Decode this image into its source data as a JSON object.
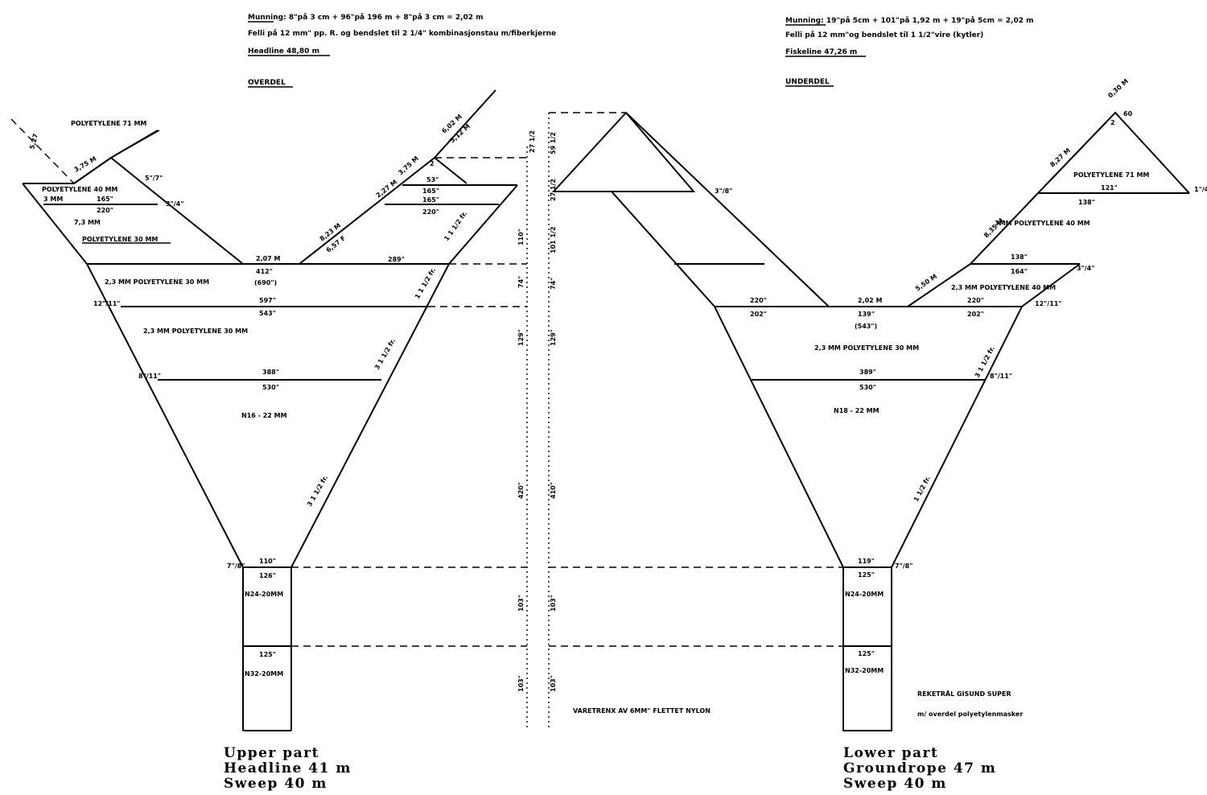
{
  "header_left": {
    "line1": "Munning:  8\"på 3 cm + 96\"på 196 m + 8\"på 3 cm = 2,02 m",
    "line2": "Felli på 12 mm\" pp. R. og bendslet til 2 1/4\" kombinasjonstau m/fiberkjerne",
    "line3": "Headline 48,80 m",
    "section": "OVERDEL"
  },
  "header_right": {
    "line1": "Munning:  19\"på 5cm + 101\"på 1,92 m + 19\"på 5cm = 2,02 m",
    "line2": "Felli på 12 mm\"og bendslet til 1 1/2\"vire (kytler)",
    "line3": "Fiskeline 47,26 m",
    "section": "UNDERDEL"
  },
  "upper": {
    "material_top": "POLYETYLENE 71 MM",
    "material_wing": "POLYETYLENE 40 MM",
    "mesh_3mm": "3 MM",
    "mesh_73": "7,3 MM",
    "material_30a": "POLYETYLENE 30 MM",
    "material_30b": "2,3 MM  POLYETYLENE 30 MM",
    "material_30c": "2,3 MM POLYETYLENE 30 MM",
    "material_n16": "N16 - 22 MM",
    "material_n24": "N24-20MM",
    "material_n32": "N32-20MM",
    "v_165a": "165\"",
    "v_220a": "220\"",
    "v_53": "53\"",
    "v_165b": "165\"",
    "v_165c": "165\"",
    "v_220b": "220\"",
    "v_412": "412\"",
    "v_690": "(690\")",
    "v_289": "289\"",
    "v_597": "597\"",
    "v_543": "543\"",
    "v_388": "388\"",
    "v_530": "530\"",
    "v_110": "110\"",
    "v_126": "126\"",
    "v_125": "125\"",
    "r_5_7": "5\"/7\"",
    "r_3_4": "3\"/4\"",
    "r_12_11": "12\"/11\"",
    "r_8_11": "8\"/11\"",
    "r_7_8": "7\"/8\"",
    "l_375a": "3,75 M",
    "l_207": "2,07 M",
    "l_2": "2",
    "l_602": "6,02 M",
    "l_512": "5,12 M",
    "l_375b": "3,75 M",
    "l_227": "2,27 M",
    "l_823": "8,23 M",
    "l_657": "6,57 F",
    "l_527": "5,27",
    "edge_a": "1 1 1/2 fr.",
    "edge_b": "1 1 1/2 fr.",
    "edge_c": "3 1 1/2 fr.",
    "edge_d": "3 1 1/2 fr.",
    "dim_a": "27 1/2",
    "dim_b": "110\"",
    "dim_c": "74\"",
    "dim_d": "129\"",
    "dim_e": "420\"",
    "dim_f": "103\"",
    "dim_g": "103\""
  },
  "lower": {
    "material_top": "POLYETYLENE 71 MM",
    "material_wing": "3MM POLYETYLENE 40 MM",
    "material_30a": "2,3 MM POLYETYLENE 40 MM",
    "material_30b": "2,3 MM POLYETYLENE 30 MM",
    "material_n18": "N18 - 22 MM",
    "material_n24": "N24-20MM",
    "material_n32": "N32-20MM",
    "v_121": "121\"",
    "v_138a": "138\"",
    "v_138b": "138\"",
    "v_164": "164\"",
    "v_220a": "220\"",
    "v_202a": "202\"",
    "v_139": "139\"",
    "v_543": "(543\")",
    "v_220b": "220\"",
    "v_202b": "202\"",
    "v_389": "389\"",
    "v_530": "530\"",
    "v_119": "119\"",
    "v_125a": "125\"",
    "v_125b": "125\"",
    "l_030": "0,30 M",
    "l_60": "60",
    "l_2": "2",
    "l_827": "8,27 M",
    "l_835": "8,35 M",
    "l_550": "5,50 M",
    "l_202": "2,02 M",
    "r_1_4": "1\"/4\"",
    "r_3_4": "3\"/4\"",
    "r_12_11": "12\"/11\"",
    "r_8_11": "8\"/11\"",
    "r_7_8": "7\"/8\"",
    "r_3_8": "3\"/8\"",
    "edge_a": "3 1 1/2 fr.",
    "edge_b": "1 1/2 fr.",
    "dim_a": "59 1/2",
    "dim_b": "27 1/2",
    "dim_c": "101 1/2",
    "dim_d": "74\"",
    "dim_e": "129\"",
    "dim_f": "410\"",
    "dim_g": "103\"",
    "dim_h": "103\""
  },
  "notes": {
    "selvedge": "VARETRENX AV 6MM\" FLETTET NYLON",
    "title": "REKETRÅL GISUND SUPER",
    "subtitle": "m/ overdel polyetylenmasker"
  },
  "captions": {
    "upper1": "Upper part",
    "upper2": "Headline 41 m",
    "upper3": "Sweep 40 m",
    "lower1": "Lower part",
    "lower2": "Groundrope 47 m",
    "lower3": "Sweep 40 m"
  }
}
